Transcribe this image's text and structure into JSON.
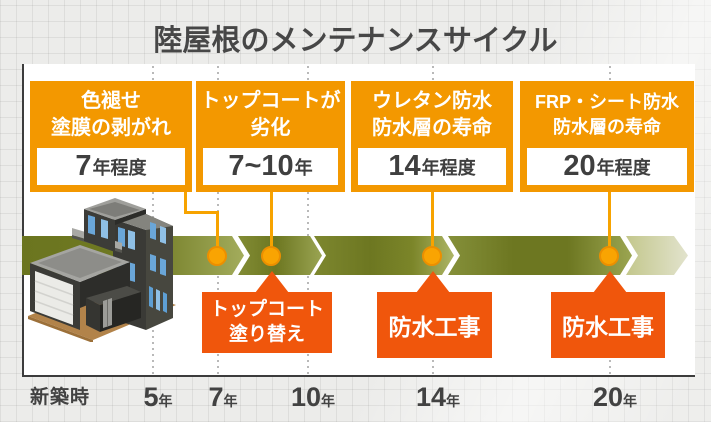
{
  "title": "陸屋根のメンテナンスサイクル",
  "milestones": [
    {
      "line1": "色褪せ",
      "line2": "塗膜の剥がれ",
      "value_num": "7",
      "value_suffix": "年程度"
    },
    {
      "line1": "トップコートが",
      "line2": "劣化",
      "value_num": "7~10",
      "value_suffix": "年"
    },
    {
      "line1": "ウレタン防水",
      "line2": "防水層の寿命",
      "value_num": "14",
      "value_suffix": "年程度"
    },
    {
      "line1": "FRP・シート防水",
      "line2": "防水層の寿命",
      "value_num": "20",
      "value_suffix": "年程度"
    }
  ],
  "events": [
    {
      "line1": "トップコート",
      "line2": "塗り替え"
    },
    {
      "line1": "防水工事",
      "line2": ""
    },
    {
      "line1": "防水工事",
      "line2": ""
    }
  ],
  "axis": {
    "origin": "新築時",
    "ticks": [
      {
        "num": "5",
        "suffix": "年"
      },
      {
        "num": "7",
        "suffix": "年"
      },
      {
        "num": "10",
        "suffix": "年"
      },
      {
        "num": "14",
        "suffix": "年"
      },
      {
        "num": "20",
        "suffix": "年"
      }
    ]
  },
  "colors": {
    "milestone_orange": "#f39800",
    "event_orange": "#f0560c",
    "connector_orange": "#f7a300",
    "band_olive_dark": "#6b751f",
    "band_olive_light": "#a3ac5c",
    "band_fade": "#e2e3cd",
    "text_dark": "#424242"
  }
}
